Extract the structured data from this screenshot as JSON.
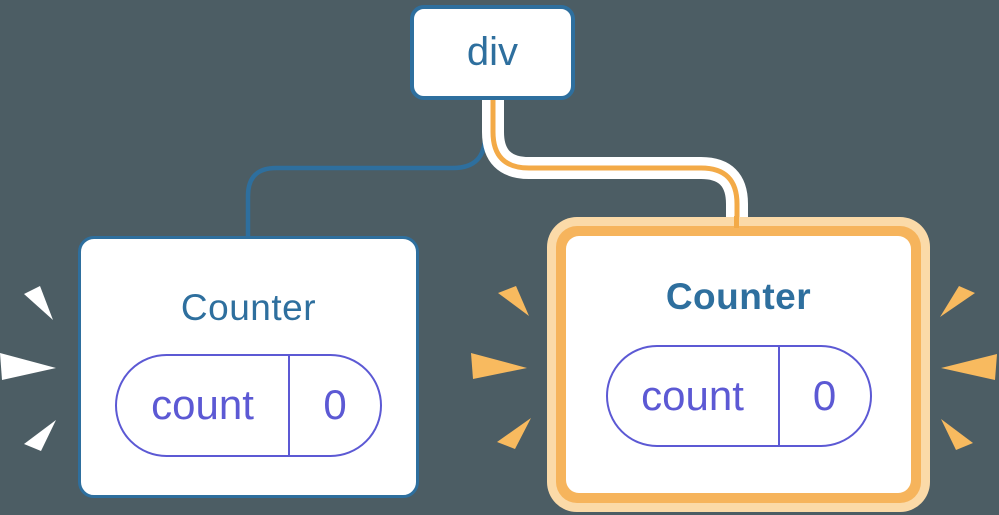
{
  "diagram": {
    "background_color": "#4c5d64",
    "root": {
      "label": "div"
    },
    "counters": [
      {
        "title": "Counter",
        "state_key": "count",
        "state_value": "0",
        "highlighted": false
      },
      {
        "title": "Counter",
        "state_key": "count",
        "state_value": "0",
        "highlighted": true
      }
    ]
  },
  "colors": {
    "bg": "#4c5d64",
    "blue": "#2e6f9e",
    "purple": "#5c59d4",
    "orange-core": "#f3aa47",
    "orange-mid": "#f6b45c",
    "orange-outer": "#fbdaa8",
    "spark-orange": "#f8ba5f",
    "spark-white": "#ffffff",
    "card-bg": "#ffffff"
  },
  "icons": {
    "bursts": [
      {
        "name": "emphasis-burst-white",
        "position": "left-of-left-counter"
      },
      {
        "name": "emphasis-burst-orange",
        "position": "left-of-right-counter"
      },
      {
        "name": "emphasis-burst-orange",
        "position": "right-of-right-counter"
      }
    ]
  }
}
